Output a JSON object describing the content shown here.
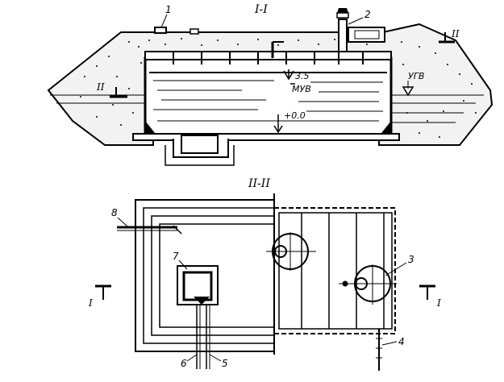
{
  "section_top": {
    "title": "I-I"
  },
  "section_bottom": {
    "title": "II-II"
  },
  "markers": {
    "cut_ii_left": "II",
    "cut_ii_right": "II",
    "cut_i_left": "I",
    "cut_i_right": "I"
  },
  "levels": {
    "max_level_value": "3.5",
    "max_level_code": "МУВ",
    "groundwater_code": "УГВ",
    "zero_level": "+0.0"
  },
  "callouts": [
    "1",
    "2",
    "3",
    "4",
    "5",
    "6",
    "7",
    "8"
  ]
}
